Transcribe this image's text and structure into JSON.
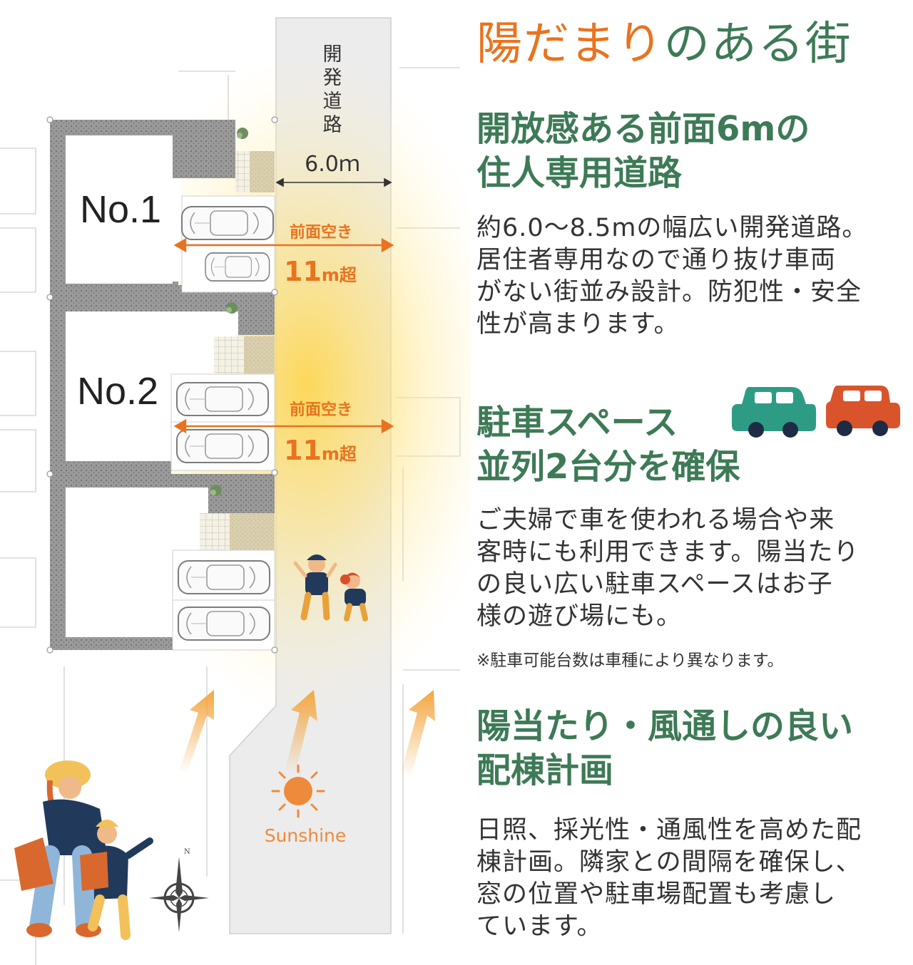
{
  "title": {
    "part1": "陽だまり",
    "part2": "のある街"
  },
  "colors": {
    "orange": "#e9731f",
    "green": "#3d7a56",
    "road": "#ececec",
    "wall": "#9a9a9a",
    "paving": "#d9cfae",
    "glow": "#ffd54a",
    "arrow": "#f3a640",
    "text": "#333333"
  },
  "plan": {
    "road_label": "開\n発\n道\n路",
    "road_width": "6.0ｍ",
    "lots": [
      {
        "label": "No.1",
        "front_label": "前面空き",
        "front_value": "11",
        "front_unit": "m超"
      },
      {
        "label": "No.2",
        "front_label": "前面空き",
        "front_value": "11",
        "front_unit": "m超"
      },
      {
        "label": "",
        "front_label": "",
        "front_value": "",
        "front_unit": ""
      }
    ],
    "sun_label": "Sunshine",
    "compass": "N"
  },
  "sections": [
    {
      "heading": "開放感ある前面6mの\n住人専用道路",
      "body": "約6.0〜8.5mの幅広い開発道路。\n居住者専用なので通り抜け車両\nがない街並み設計。防犯性・安全\n性が高まります。"
    },
    {
      "heading": "駐車スペース\n並列2台分を確保",
      "body": "ご夫婦で車を使われる場合や来\n客時にも利用できます。陽当たり\nの良い広い駐車スペースはお子\n様の遊び場にも。",
      "note": "※駐車可能台数は車種により異なります。",
      "car_icons": [
        "teal-car",
        "red-car"
      ]
    },
    {
      "heading": "陽当たり・風通しの良い\n配棟計画",
      "body": "日照、採光性・通風性を高めた配\n棟計画。隣家との間隔を確保し、\n窓の位置や駐車場配置も考慮し\nています。"
    }
  ]
}
